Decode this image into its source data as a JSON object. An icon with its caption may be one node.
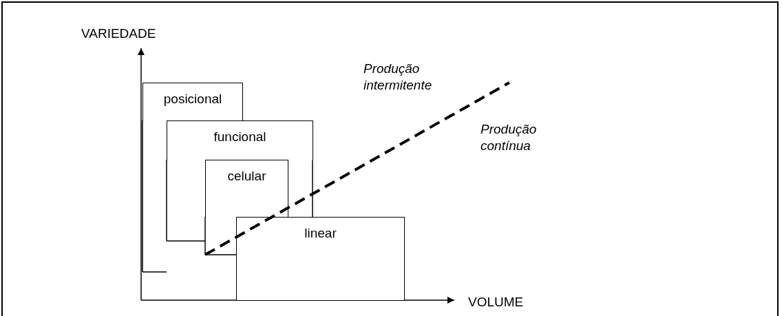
{
  "diagram": {
    "nodes": [
      {
        "text": [
          "posicional"
        ]
      },
      {
        "text": [
          "funcional"
        ]
      },
      {
        "text": [
          "celular"
        ]
      },
      {
        "text": [
          "linear"
        ]
      }
    ],
    "labels": [
      "VARIEDADE",
      "Produção intermitente",
      "Produção contínua",
      "VOLUME"
    ]
  }
}
